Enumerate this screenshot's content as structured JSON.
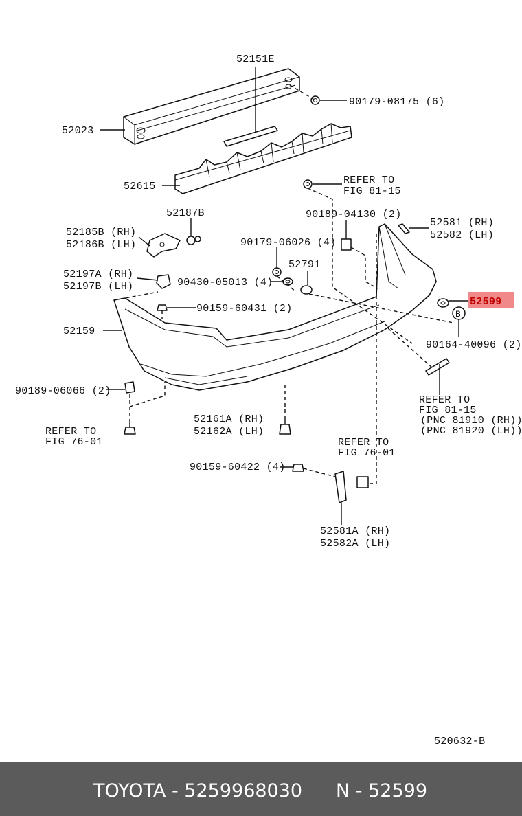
{
  "diagram": {
    "labels": {
      "p52151E": "52151E",
      "p90179_08175": "90179-08175 (6)",
      "p52023": "52023",
      "p52615": "52615",
      "refer_81_15_a1": "REFER TO",
      "refer_81_15_a2": "FIG 81-15",
      "p90189_04130": "90189-04130 (2)",
      "p52187B": "52187B",
      "p52581_rh": "52581 (RH)",
      "p52582_lh": "52582 (LH)",
      "p52185B": "52185B (RH)",
      "p52186B": "52186B (LH)",
      "p90179_06026": "90179-06026 (4)",
      "p52791": "52791",
      "p52197A": "52197A (RH)",
      "p52197B": "52197B (LH)",
      "p90430_05013": "90430-05013 (4)",
      "p52599": "52599",
      "p90159_60431": "90159-60431 (2)",
      "p52159": "52159",
      "callout_b": "B",
      "p90164_40096": "90164-40096 (2)",
      "p90189_06066": "90189-06066 (2)",
      "refer_81_15_b1": "REFER TO",
      "refer_81_15_b2": "FIG 81-15",
      "pnc_81910": "(PNC 81910 (RH))",
      "pnc_81920": "(PNC 81920 (LH))",
      "refer_76_01_a1": "REFER TO",
      "refer_76_01_a2": "FIG 76-01",
      "p52161A": "52161A (RH)",
      "p52162A": "52162A (LH)",
      "refer_76_01_b1": "REFER TO",
      "refer_76_01_b2": "FIG 76-01",
      "p90159_60422": "90159-60422 (4)",
      "p52581A": "52581A (RH)",
      "p52582A": "52582A (LH)",
      "diagram_code": "520632-B"
    },
    "highlight_color": "#f08a8a"
  },
  "footer": {
    "left": "TOYOTA - 5259968030",
    "right": "N - 52599",
    "bg_color": "#5b5b5b"
  }
}
